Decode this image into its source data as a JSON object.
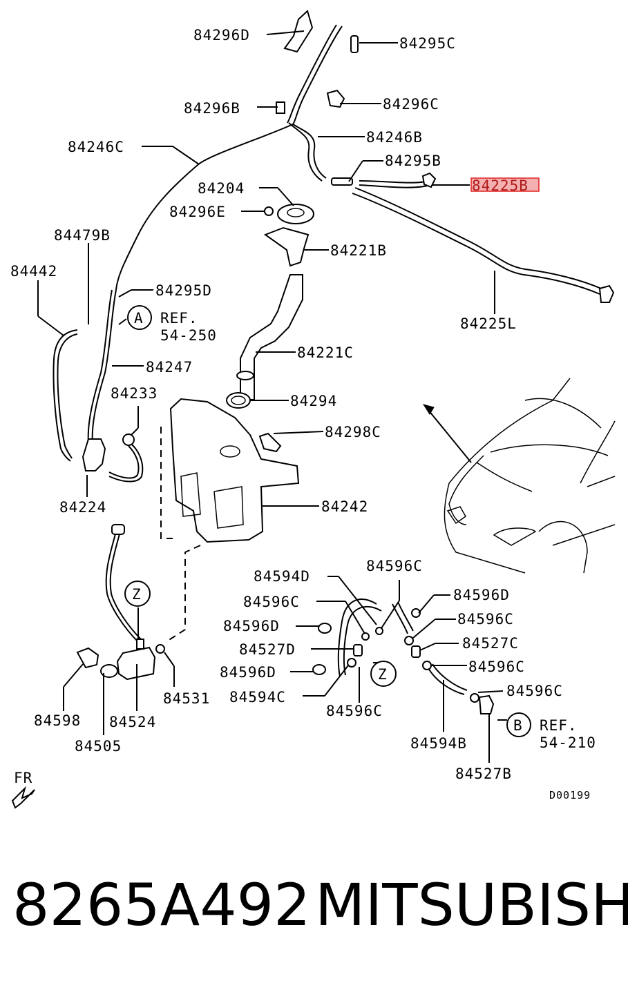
{
  "diagram": {
    "drawing_code": "D00199",
    "front_marker": "FR",
    "highlighted_part": "84225B",
    "highlight_color": "#e02020",
    "parts": [
      "84296D",
      "84295C",
      "84296B",
      "84296C",
      "84246C",
      "84246B",
      "84295B",
      "84225B",
      "84204",
      "84296E",
      "84221B",
      "84479B",
      "84442",
      "84295D",
      "84225L",
      "84221C",
      "84247",
      "84233",
      "84294",
      "84298C",
      "84224",
      "84242",
      "84594D",
      "84596C",
      "84596D",
      "84596C",
      "84596C",
      "84527C",
      "84596D",
      "84527D",
      "84596C",
      "84596D",
      "84594C",
      "84596C",
      "84596C",
      "84598",
      "84524",
      "84531",
      "84505",
      "84594B",
      "84527B"
    ],
    "references": [
      {
        "marker": "A",
        "line1": "REF.",
        "line2": "54-250"
      },
      {
        "marker": "B",
        "line1": "REF.",
        "line2": "54-210"
      }
    ],
    "callouts": [
      "Z",
      "Z"
    ]
  },
  "caption": {
    "part_number": "8265A492",
    "brand": "MITSUBISHI"
  }
}
